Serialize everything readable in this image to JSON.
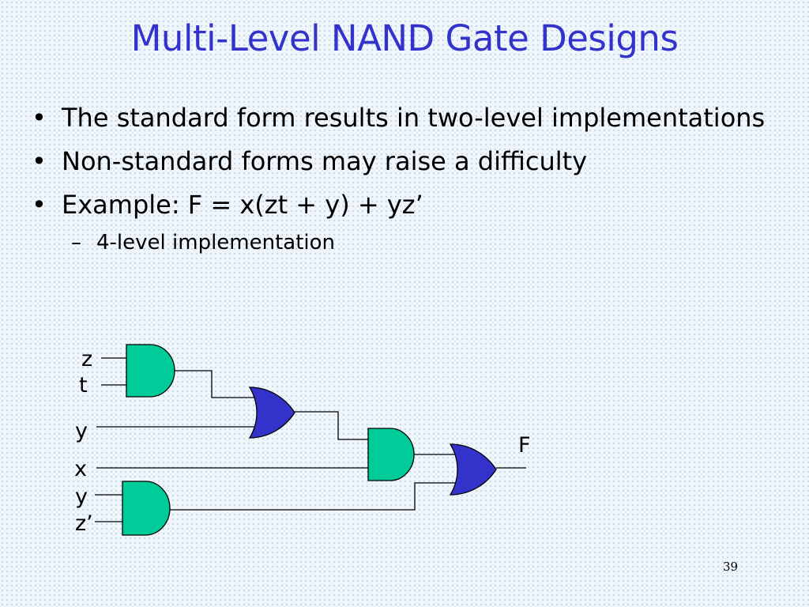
{
  "slide": {
    "title": "Multi-Level NAND Gate Designs",
    "page_number": "39"
  },
  "bullets": [
    {
      "marker": "•",
      "text": "The standard form results in two-level implementations",
      "level": 1
    },
    {
      "marker": "•",
      "text": "Non-standard forms may raise a difficulty",
      "level": 1
    },
    {
      "marker": "•",
      "text": "Example: F = x(zt + y) + yz’",
      "level": 1
    },
    {
      "marker": "–",
      "text": "4-level implementation",
      "level": 2
    }
  ],
  "circuit": {
    "inputs": {
      "z": "z",
      "t": "t",
      "y1": "y",
      "x": "x",
      "y2": "y",
      "zp": "z’"
    },
    "output": "F",
    "colors": {
      "and_gate": "#00cc99",
      "or_gate": "#3333cc",
      "wire": "#000000",
      "title": "#3333cc"
    }
  }
}
